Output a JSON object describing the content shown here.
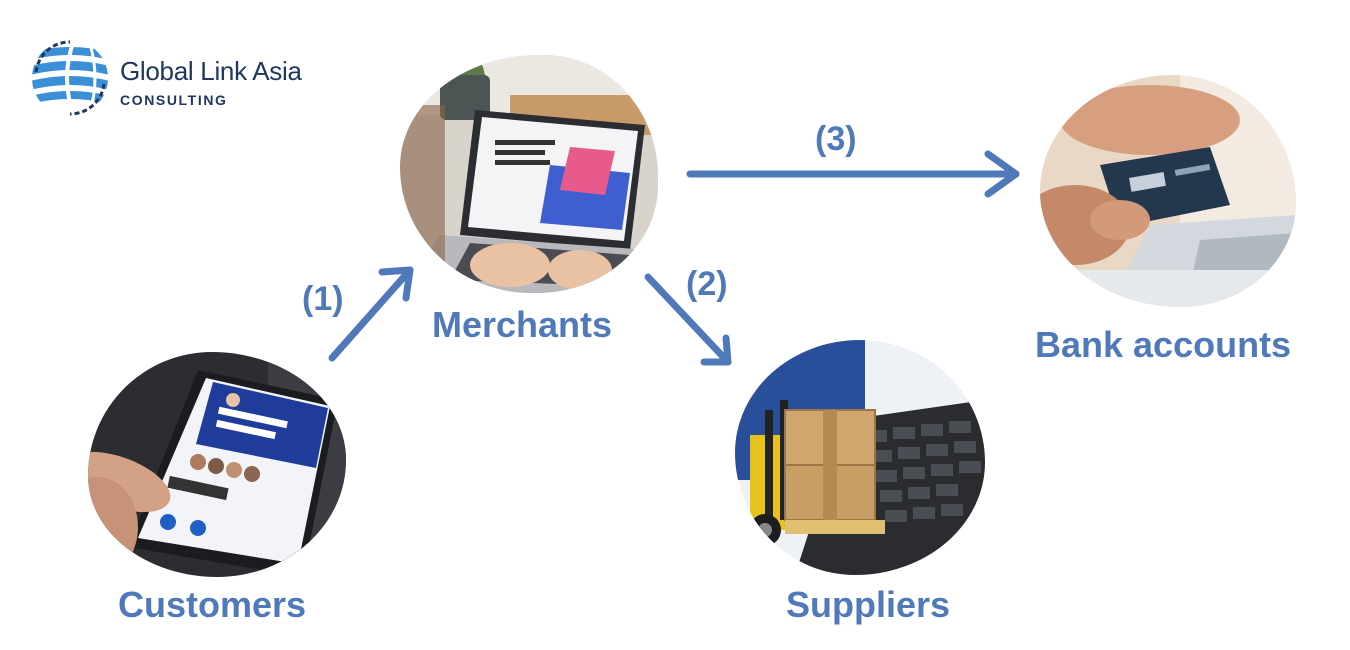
{
  "logo": {
    "name": "Global Link Asia",
    "subtitle": "CONSULTING",
    "color": "#1f3760",
    "globe_color": "#3a8fd6"
  },
  "nodes": {
    "merchants": {
      "label": "Merchants"
    },
    "bank": {
      "label": "Bank accounts"
    },
    "customers": {
      "label": "Customers"
    },
    "suppliers": {
      "label": "Suppliers"
    }
  },
  "steps": {
    "one": "(1)",
    "two": "(2)",
    "three": "(3)"
  },
  "colors": {
    "accent": "#4f79b9",
    "arrow": "#4f79b9"
  },
  "photo_icons": {
    "merchants": "laptop-photo-icon",
    "bank": "credit-card-photo-icon",
    "customers": "phone-payment-photo-icon",
    "suppliers": "forklift-boxes-photo-icon"
  }
}
